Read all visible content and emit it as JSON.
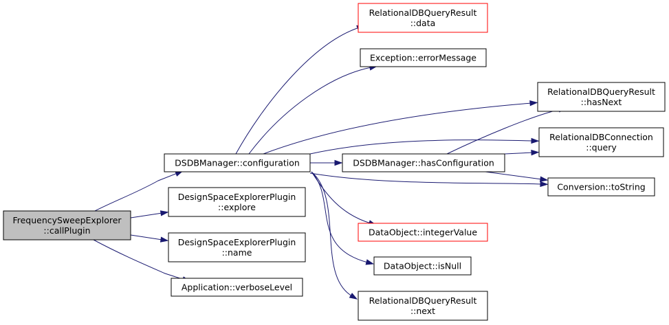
{
  "colors": {
    "edge": "#191970",
    "node_border": "#000000",
    "node_border_truncated": "#ff0000",
    "node_fill": "#ffffff",
    "focus_fill": "#bfbfbf"
  },
  "nodes": [
    {
      "id": "callplugin",
      "lines": [
        "FrequencySweepExplorer",
        "::callPlugin"
      ],
      "focus": true
    },
    {
      "id": "configuration",
      "lines": [
        "DSDBManager::configuration"
      ]
    },
    {
      "id": "explore",
      "lines": [
        "DesignSpaceExplorerPlugin",
        "::explore"
      ]
    },
    {
      "id": "name",
      "lines": [
        "DesignSpaceExplorerPlugin",
        "::name"
      ]
    },
    {
      "id": "verboselevel",
      "lines": [
        "Application::verboseLevel"
      ]
    },
    {
      "id": "data",
      "lines": [
        "RelationalDBQueryResult",
        "::data"
      ],
      "truncated": true
    },
    {
      "id": "errormessage",
      "lines": [
        "Exception::errorMessage"
      ]
    },
    {
      "id": "hasnext",
      "lines": [
        "RelationalDBQueryResult",
        "::hasNext"
      ]
    },
    {
      "id": "query",
      "lines": [
        "RelationalDBConnection",
        "::query"
      ]
    },
    {
      "id": "hasconfiguration",
      "lines": [
        "DSDBManager::hasConfiguration"
      ]
    },
    {
      "id": "tostring",
      "lines": [
        "Conversion::toString"
      ]
    },
    {
      "id": "integervalue",
      "lines": [
        "DataObject::integerValue"
      ],
      "truncated": true
    },
    {
      "id": "isnull",
      "lines": [
        "DataObject::isNull"
      ]
    },
    {
      "id": "next",
      "lines": [
        "RelationalDBQueryResult",
        "::next"
      ]
    }
  ],
  "edges": [
    {
      "from": "callplugin",
      "to": "configuration"
    },
    {
      "from": "callplugin",
      "to": "explore"
    },
    {
      "from": "callplugin",
      "to": "name"
    },
    {
      "from": "callplugin",
      "to": "verboselevel"
    },
    {
      "from": "configuration",
      "to": "data"
    },
    {
      "from": "configuration",
      "to": "errormessage"
    },
    {
      "from": "configuration",
      "to": "hasnext"
    },
    {
      "from": "configuration",
      "to": "query"
    },
    {
      "from": "configuration",
      "to": "hasconfiguration"
    },
    {
      "from": "configuration",
      "to": "tostring"
    },
    {
      "from": "configuration",
      "to": "integervalue"
    },
    {
      "from": "configuration",
      "to": "isnull"
    },
    {
      "from": "configuration",
      "to": "next"
    },
    {
      "from": "hasconfiguration",
      "to": "hasnext"
    },
    {
      "from": "hasconfiguration",
      "to": "query"
    },
    {
      "from": "hasconfiguration",
      "to": "tostring"
    }
  ]
}
